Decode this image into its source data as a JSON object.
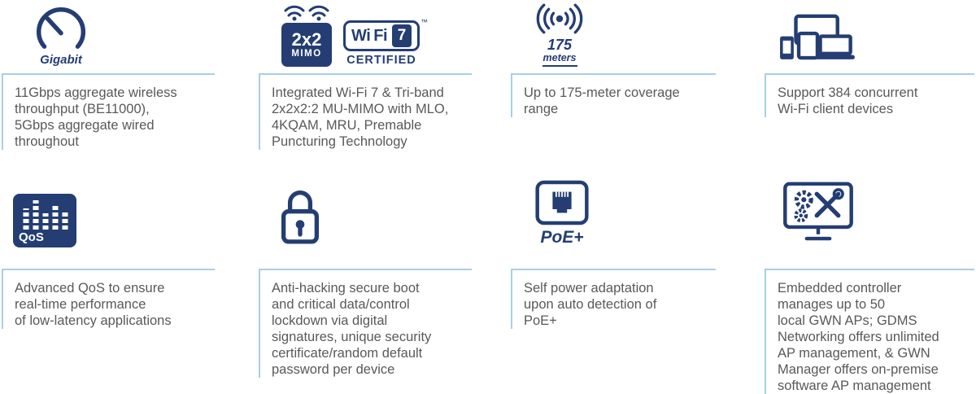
{
  "colors": {
    "navy": "#243e73",
    "text": "#58595b",
    "line": "#a9cfe2"
  },
  "features": [
    {
      "name": "gigabit-throughput",
      "icon_label": "Gigabit",
      "description": "11Gbps aggregate wireless\nthroughput (BE11000),\n5Gbps aggregate wired\nthroughout"
    },
    {
      "name": "wifi7-mimo",
      "mimo_top": "2x2",
      "mimo_bottom": "MIMO",
      "wifi_wi": "Wi",
      "wifi_fi": "Fi",
      "wifi_version": "7",
      "certified_label": "CERTIFIED",
      "trademark": "™",
      "description": "Integrated Wi-Fi 7 & Tri-band\n2x2x2:2 MU-MIMO with MLO,\n4KQAM, MRU, Premable\nPuncturing Technology"
    },
    {
      "name": "coverage-range",
      "distance_value": "175",
      "distance_unit": "meters",
      "description": "Up to 175-meter coverage\nrange"
    },
    {
      "name": "client-capacity",
      "description": "Support 384 concurrent\nWi-Fi client devices"
    },
    {
      "name": "qos",
      "icon_label": "QoS",
      "description": "Advanced QoS to ensure\nreal-time performance\nof low-latency applications"
    },
    {
      "name": "security",
      "description": "Anti-hacking secure boot\nand critical data/control\nlockdown via digital\nsignatures, unique security\ncertificate/random default\npassword per device"
    },
    {
      "name": "poe-plus",
      "icon_label": "PoE+",
      "description": "Self power adaptation\nupon auto detection of\nPoE+"
    },
    {
      "name": "embedded-controller",
      "description": "Embedded controller\nmanages up to 50\nlocal GWN APs; GDMS\nNetworking offers unlimited\nAP management, & GWN\nManager offers on-premise\nsoftware AP management"
    }
  ]
}
